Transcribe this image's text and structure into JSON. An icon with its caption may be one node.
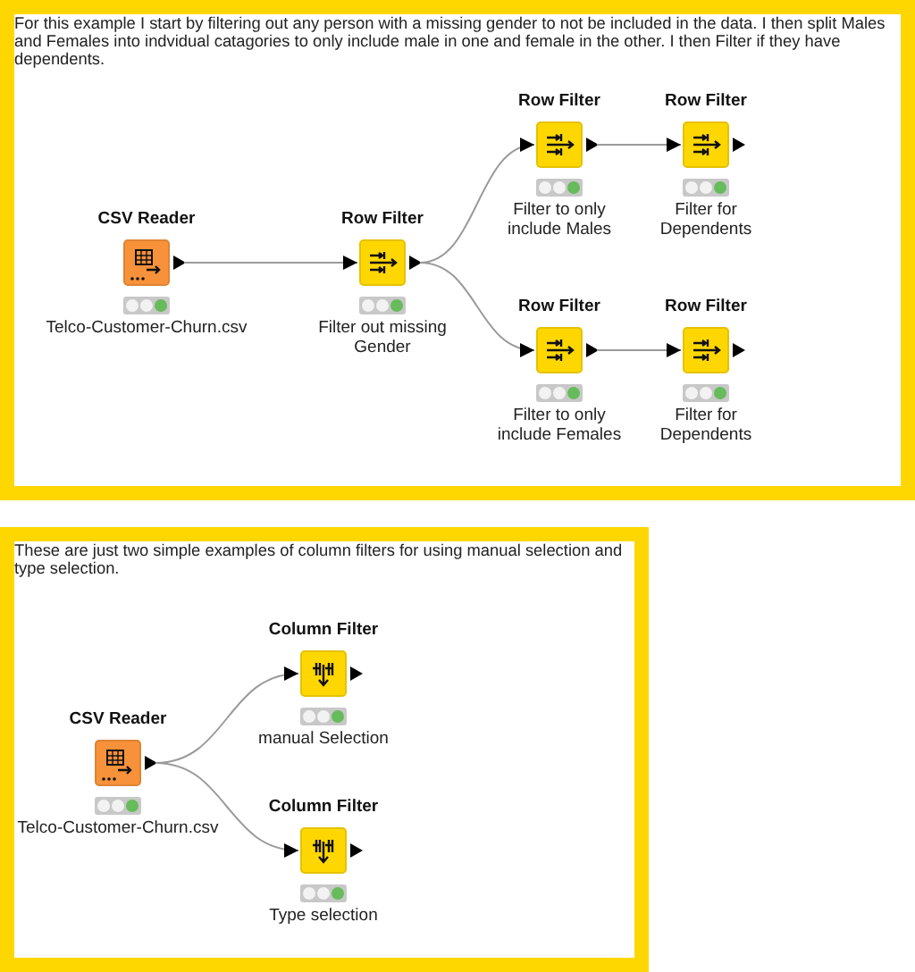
{
  "diagram": {
    "nodes": [
      {
        "text": [
          "For this example I start by filtering out any person with a missing gender to not be included in the data. I then split Males and Females into indvidual catagories to only include male in one and female in the other. I then Filter if they have dependents."
        ]
      },
      {
        "text": [
          "CSV Reader",
          "Telco-Customer-Churn.csv"
        ],
        "in": 0
      },
      {
        "text": [
          "Row Filter",
          "Filter out missing Gender"
        ],
        "in": 0
      },
      {
        "text": [
          "Row Filter",
          "Filter to only include Males"
        ],
        "in": 0
      },
      {
        "text": [
          "Row Filter",
          "Filter for Dependents"
        ],
        "in": 0
      },
      {
        "text": [
          "Row Filter",
          "Filter to only include Females"
        ],
        "in": 0
      },
      {
        "text": [
          "Row Filter",
          "Filter for Dependents"
        ],
        "in": 0
      },
      {
        "text": [
          "These are just two simple examples of column filters for using manual selection and type selection."
        ]
      },
      {
        "text": [
          "CSV Reader",
          "Telco-Customer-Churn.csv"
        ],
        "in": 7
      },
      {
        "text": [
          "Column Filter",
          "manual Selection"
        ],
        "in": 7
      },
      {
        "text": [
          "Column Filter",
          "Type selection"
        ],
        "in": 7
      }
    ],
    "edges": [
      {
        "from": 1,
        "to": 2,
        "arrow": "to"
      },
      {
        "from": 2,
        "to": 3,
        "arrow": "to"
      },
      {
        "from": 2,
        "to": 5,
        "arrow": "to"
      },
      {
        "from": 3,
        "to": 4,
        "arrow": "to"
      },
      {
        "from": 5,
        "to": 6,
        "arrow": "to"
      },
      {
        "from": 8,
        "to": 9,
        "arrow": "to"
      },
      {
        "from": 8,
        "to": 10,
        "arrow": "to"
      }
    ]
  }
}
